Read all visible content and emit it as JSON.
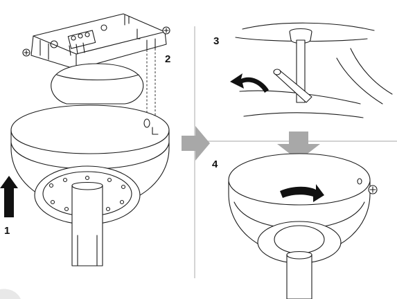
{
  "steps": [
    {
      "number": "1"
    },
    {
      "number": "2"
    },
    {
      "number": "3"
    },
    {
      "number": "4"
    }
  ],
  "colors": {
    "line": "#1a1a1a",
    "arrow_black": "#111111",
    "arrow_gray": "#a8a8a8",
    "divider": "#b8b8b8",
    "background": "#ffffff"
  }
}
